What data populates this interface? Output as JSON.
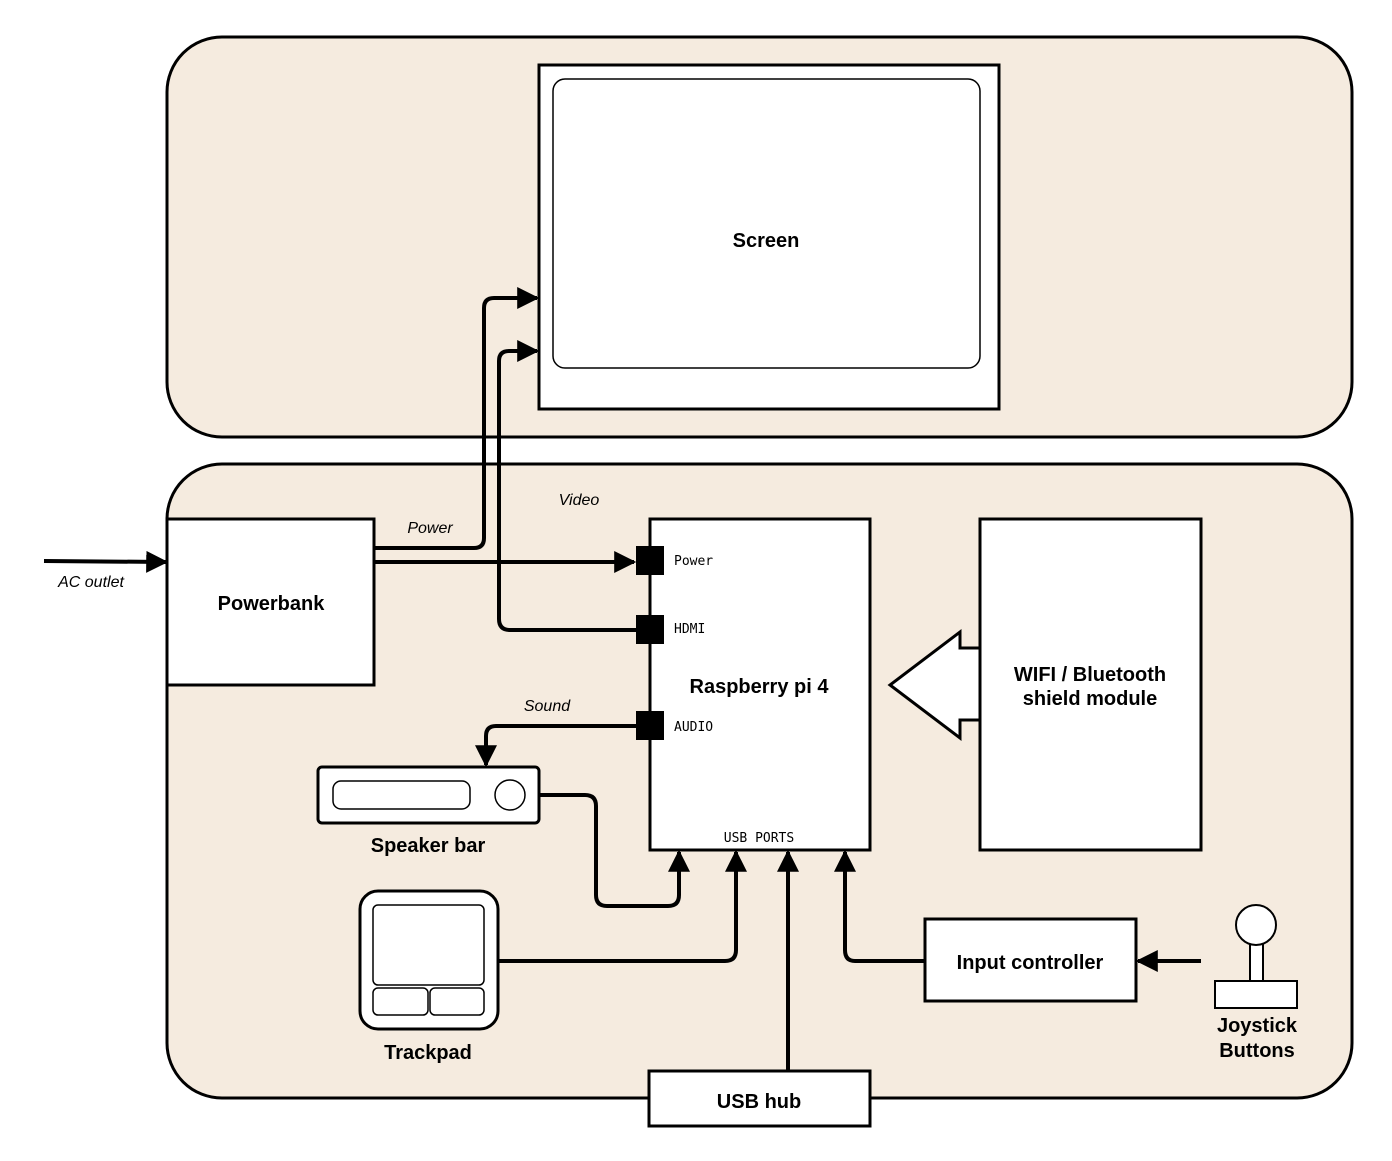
{
  "colors": {
    "panel_fill": "#f5ebdf",
    "stroke": "#000000",
    "box_fill": "#ffffff"
  },
  "nodes": {
    "screen": "Screen",
    "powerbank": "Powerbank",
    "raspberry_pi": "Raspberry pi 4",
    "wifi_module_line1": "WIFI / Bluetooth",
    "wifi_module_line2": "shield module",
    "speaker_bar": "Speaker bar",
    "trackpad": "Trackpad",
    "input_controller": "Input controller",
    "joystick_line1": "Joystick",
    "joystick_line2": "Buttons",
    "usb_hub": "USB hub"
  },
  "ports": {
    "power": "Power",
    "hdmi": "HDMI",
    "audio": "AUDIO",
    "usb": "USB PORTS"
  },
  "edge_labels": {
    "ac_outlet": "AC outlet",
    "power": "Power",
    "video": "Video",
    "sound": "Sound"
  },
  "icons": [
    "speaker-bar-icon",
    "trackpad-icon",
    "joystick-icon"
  ]
}
